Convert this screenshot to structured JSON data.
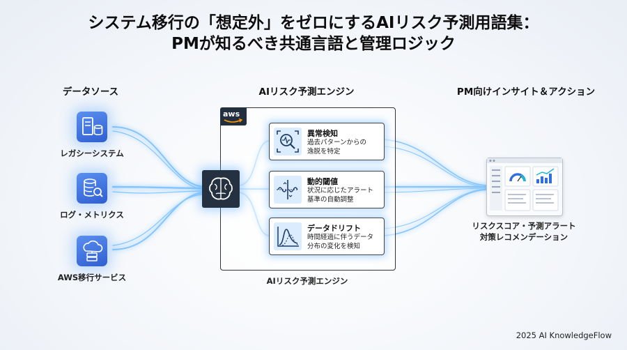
{
  "title": {
    "line1": "システム移行の「想定外」をゼロにするAIリスク予測用語集：",
    "line2": "PMが知るべき共通言語と管理ロジック"
  },
  "columns": {
    "sources": "データソース",
    "engine": "AIリスク予測エンジン",
    "output": "PM向けインサイト＆アクション"
  },
  "sources": [
    {
      "label": "レガシーシステム",
      "icon": "server-database-icon"
    },
    {
      "label": "ログ・メトリクス",
      "icon": "log-search-icon"
    },
    {
      "label": "AWS移行サービス",
      "icon": "cloud-server-icon"
    }
  ],
  "engine": {
    "badge": "aws",
    "core_icon": "brain-icon",
    "modules": [
      {
        "title": "異常検知",
        "desc_line1": "過去パターンからの",
        "desc_line2": "逸脱を特定",
        "icon": "anomaly-search-icon"
      },
      {
        "title": "動的閾値",
        "desc_line1": "状況に応じたアラート",
        "desc_line2": "基準の自動調整",
        "icon": "threshold-wave-icon"
      },
      {
        "title": "データドリフト",
        "desc_line1": "時間経過に伴うデータ",
        "desc_line2": "分布の変化を検知",
        "icon": "distribution-curve-icon"
      }
    ],
    "caption": "AIリスク予測エンジン"
  },
  "output": {
    "line1": "リスクスコア・予測アラート",
    "line2": "対策レコメンデーション",
    "icon": "dashboard-icon"
  },
  "footer": "2025 AI KnowledgeFlow",
  "colors": {
    "accent": "#2f6fe0",
    "glow": "#5fb4ff",
    "dark": "#253140"
  }
}
